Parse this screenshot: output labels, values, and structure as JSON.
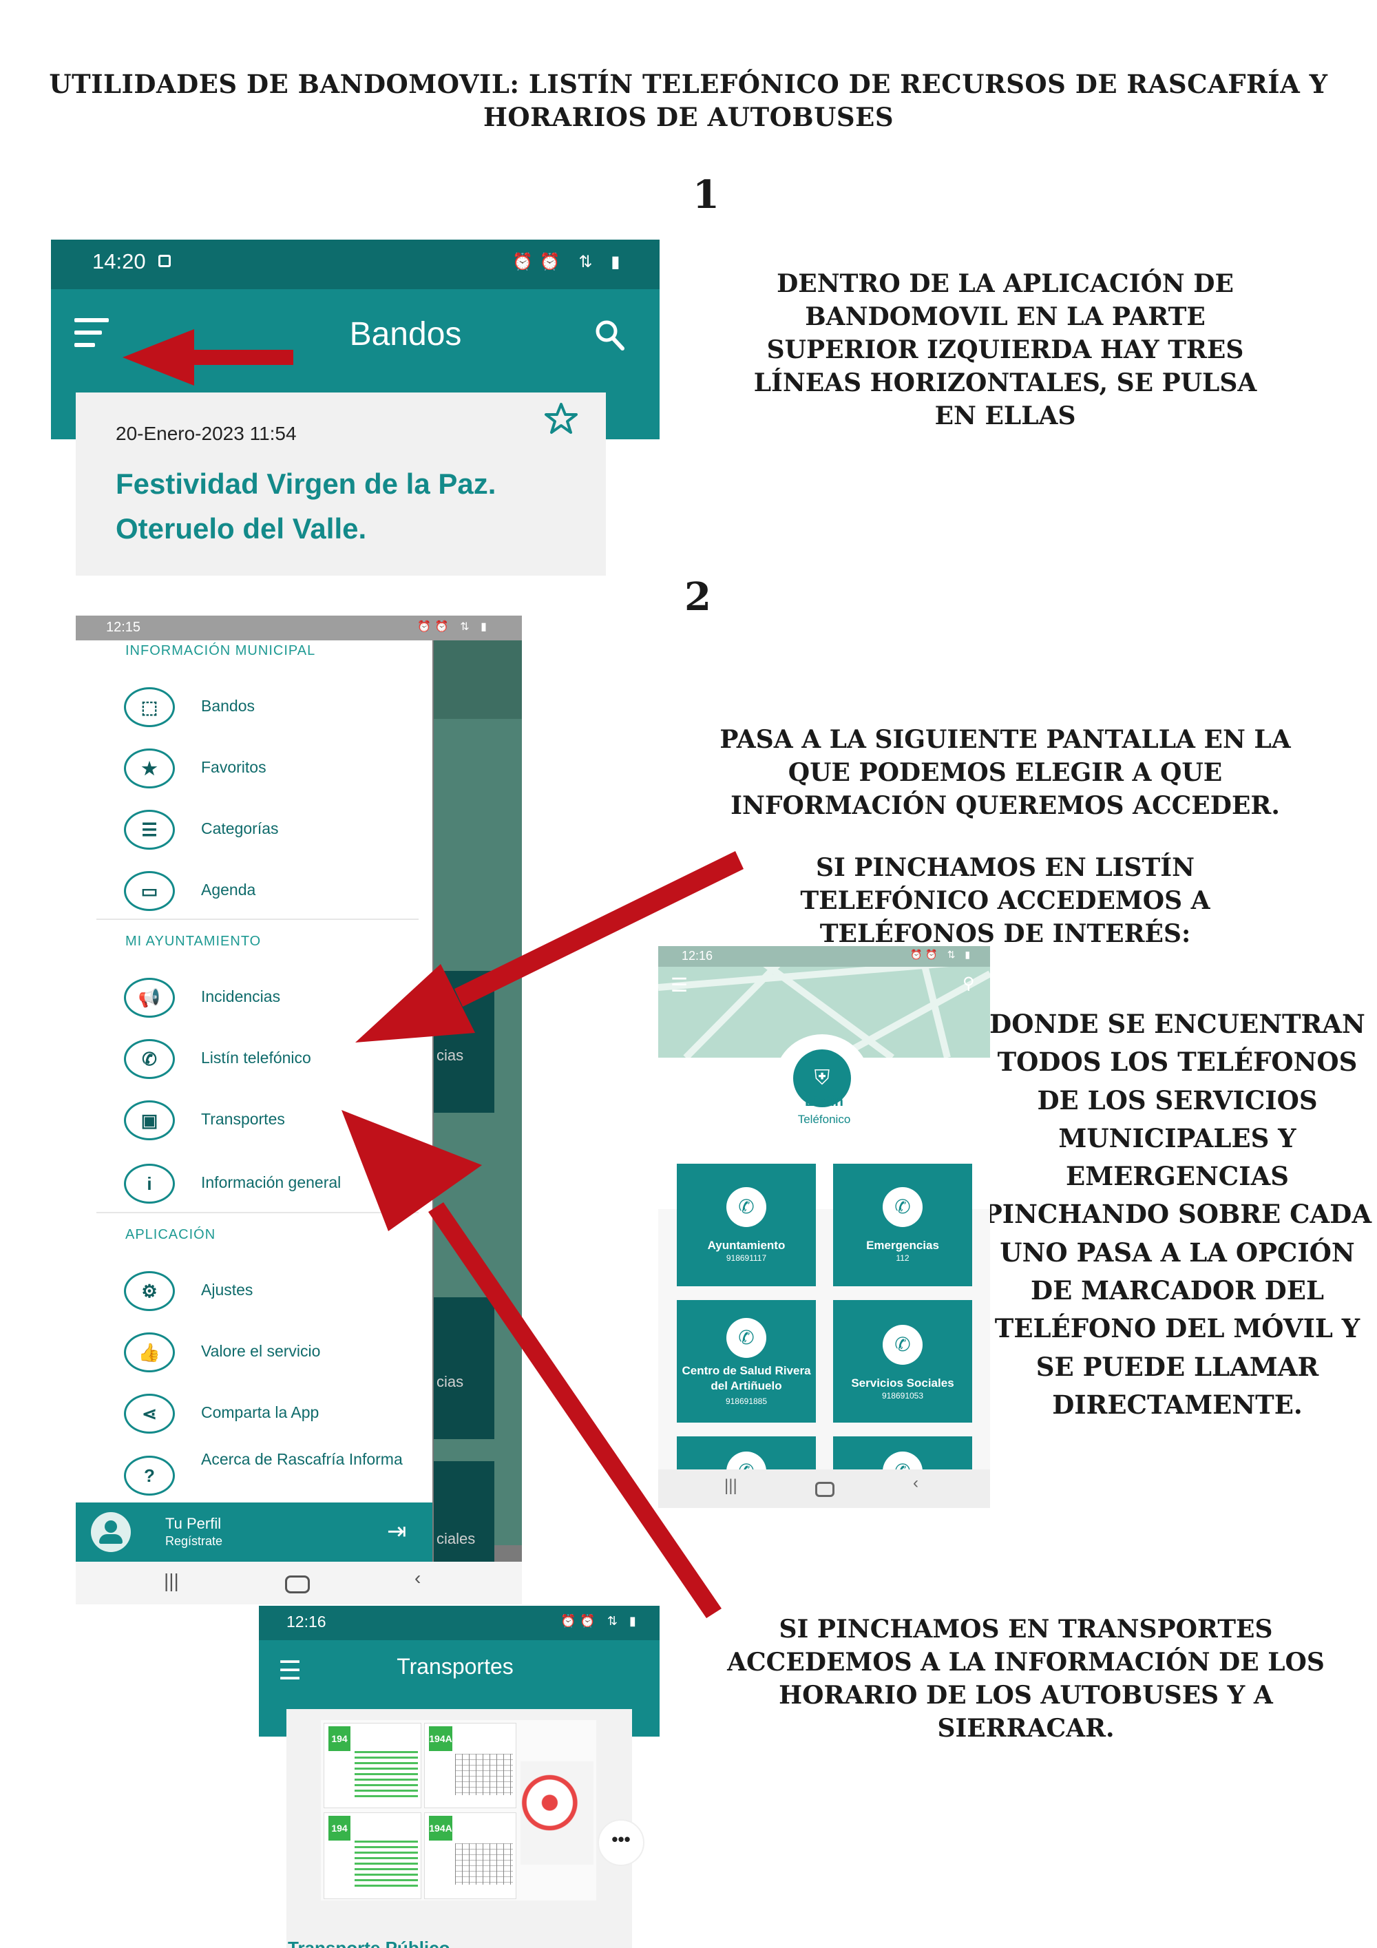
{
  "document": {
    "title": "UTILIDADES DE BANDOMOVIL: LISTÍN TELEFÓNICO DE RECURSOS DE RASCAFRÍA Y HORARIOS DE AUTOBUSES",
    "step1_number": "1",
    "step2_number": "2",
    "note_step1": "DENTRO DE LA APLICACIÓN DE BANDOMOVIL EN LA PARTE SUPERIOR IZQUIERDA HAY TRES LÍNEAS HORIZONTALES, SE PULSA EN ELLAS",
    "note_step2": "PASA A LA SIGUIENTE PANTALLA EN LA QUE PODEMOS ELEGIR A QUE INFORMACIÓN QUEREMOS ACCEDER.",
    "note_listin": "SI PINCHAMOS EN LISTÍN TELEFÓNICO ACCEDEMOS A TELÉFONOS DE INTERÉS:",
    "note_phones": "DONDE SE ENCUENTRAN TODOS LOS TELÉFONOS DE LOS SERVICIOS MUNICIPALES Y EMERGENCIAS PINCHANDO SOBRE CADA UNO PASA  A LA OPCIÓN DE MARCADOR DEL TELÉFONO DEL MÓVIL Y SE PUEDE LLAMAR DIRECTAMENTE.",
    "note_transport": "SI PINCHAMOS EN TRANSPORTES ACCEDEMOS A LA INFORMACIÓN DE LOS HORARIO DE LOS AUTOBUSES Y A SIERRACAR."
  },
  "screen1": {
    "time": "14:20",
    "app_title": "Bandos",
    "news_date": "20-Enero-2023 11:54",
    "news_title": "Festividad Virgen de la Paz. Oteruelo del Valle.",
    "icons": {
      "menu": "hamburger-icon",
      "search": "search-icon",
      "favorite": "star-icon"
    }
  },
  "screen2": {
    "time": "12:15",
    "sections": [
      {
        "title": "INFORMACIÓN MUNICIPAL",
        "items": [
          "Bandos",
          "Favoritos",
          "Categorías",
          "Agenda"
        ]
      },
      {
        "title": "MI AYUNTAMIENTO",
        "items": [
          "Incidencias",
          "Listín telefónico",
          "Transportes",
          "Información general"
        ]
      },
      {
        "title": "APLICACIÓN",
        "items": [
          "Ajustes",
          "Valore el servicio",
          "Comparta la App",
          "Acerca de Rascafría Informa"
        ]
      }
    ],
    "profile_name": "Tu Perfil",
    "profile_action": "Regístrate",
    "background_fragments": [
      "cias",
      "cias",
      "ciales"
    ]
  },
  "screen3": {
    "time": "12:16",
    "title": "Listín",
    "subtitle": "Teléfonico",
    "contacts": [
      {
        "name": "Ayuntamiento",
        "phone": "918691117"
      },
      {
        "name": "Emergencias",
        "phone": "112"
      },
      {
        "name": "Centro de Salud Rivera del Artiñuelo",
        "phone": "918691885"
      },
      {
        "name": "Servicios Sociales",
        "phone": "918691053"
      }
    ]
  },
  "screen4": {
    "time": "12:16",
    "title": "Transportes",
    "routes": [
      "194",
      "194A",
      "194",
      "194A"
    ],
    "next_item": "Transporte Público"
  },
  "colors": {
    "teal": "#138a8a",
    "teal_dark": "#0d6c6c",
    "arrow_red": "#c0111a"
  }
}
